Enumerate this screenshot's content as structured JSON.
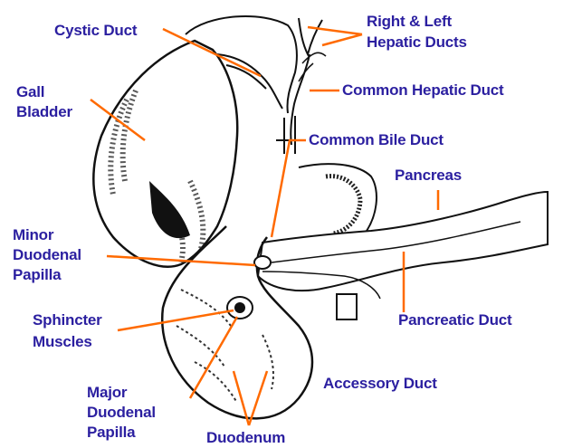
{
  "colors": {
    "label_text": "#2b1fa0",
    "leader_line": "#ff6a00",
    "outline": "#111111",
    "background": "#ffffff"
  },
  "labels": {
    "cystic_duct": "Cystic Duct",
    "hepatic_ducts_line1": "Right & Left",
    "hepatic_ducts_line2": "Hepatic Ducts",
    "common_hepatic_duct": "Common Hepatic Duct",
    "gall_bladder_line1": "Gall",
    "gall_bladder_line2": "Bladder",
    "common_bile_duct": "Common Bile Duct",
    "pancreas": "Pancreas",
    "minor_papilla_line1": "Minor",
    "minor_papilla_line2": "Duodenal",
    "minor_papilla_line3": "Papilla",
    "sphincter_line1": "Sphincter",
    "sphincter_line2": "Muscles",
    "pancreatic_duct": "Pancreatic Duct",
    "major_papilla_line1": "Major",
    "major_papilla_line2": "Duodenal",
    "major_papilla_line3": "Papilla",
    "accessory_duct": "Accessory Duct",
    "duodenum": "Duodenum"
  }
}
